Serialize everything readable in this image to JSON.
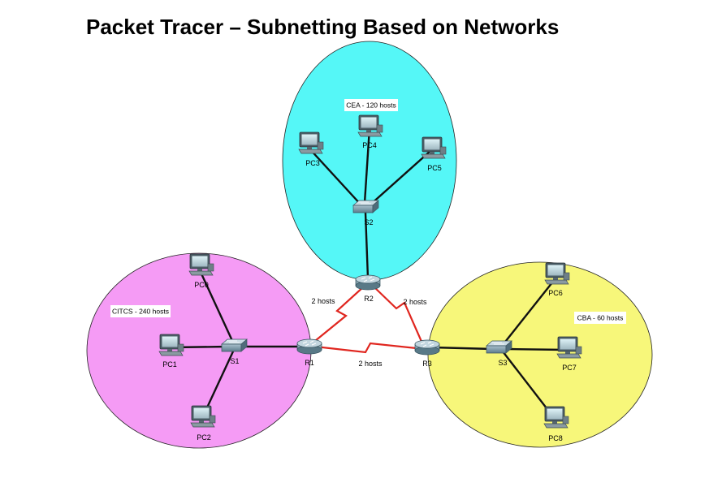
{
  "title": "Packet Tracer – Subnetting Based on Networks",
  "zones": [
    {
      "id": "cea",
      "label": "CEA - 120 hosts",
      "color": "#55f7f7"
    },
    {
      "id": "citcs",
      "label": "CITCS - 240 hosts",
      "color": "#f59bf5"
    },
    {
      "id": "cba",
      "label": "CBA - 60 hosts",
      "color": "#f7f77a"
    }
  ],
  "devices": {
    "pcs": [
      "PC0",
      "PC1",
      "PC2",
      "PC3",
      "PC4",
      "PC5",
      "PC6",
      "PC7",
      "PC8"
    ],
    "switches": [
      "S1",
      "S2",
      "S3"
    ],
    "routers": [
      "R1",
      "R2",
      "R3"
    ]
  },
  "wan_links": [
    {
      "label": "2 hosts"
    },
    {
      "label": "2 hosts"
    },
    {
      "label": "2 hosts"
    }
  ],
  "colors": {
    "wan": "#e0261f",
    "lan": "#111111"
  }
}
